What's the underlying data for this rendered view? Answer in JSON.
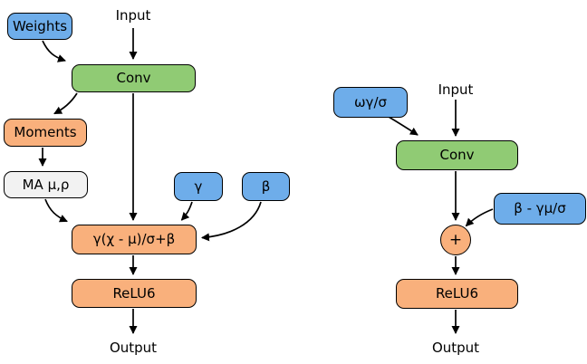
{
  "title": "Batch normalization folding diagram",
  "colors": {
    "node_blue": "#6eadea",
    "node_green": "#90cb74",
    "node_orange": "#f9b07c",
    "node_light": "#f2f2f2",
    "stroke": "#000000",
    "background": "#ffffff"
  },
  "left_diagram": {
    "input_label": "Input",
    "weights": "Weights",
    "conv": "Conv",
    "moments": "Moments",
    "moving_average": "MA μ,ρ",
    "gamma": "γ",
    "beta": "β",
    "bn_formula": "γ(χ - μ)/σ+β",
    "relu": "ReLU6",
    "output_label": "Output"
  },
  "right_diagram": {
    "folded_weights": "ωγ/σ",
    "input_label": "Input",
    "conv": "Conv",
    "folded_bias": "β - γμ/σ",
    "plus": "+",
    "relu": "ReLU6",
    "output_label": "Output"
  }
}
